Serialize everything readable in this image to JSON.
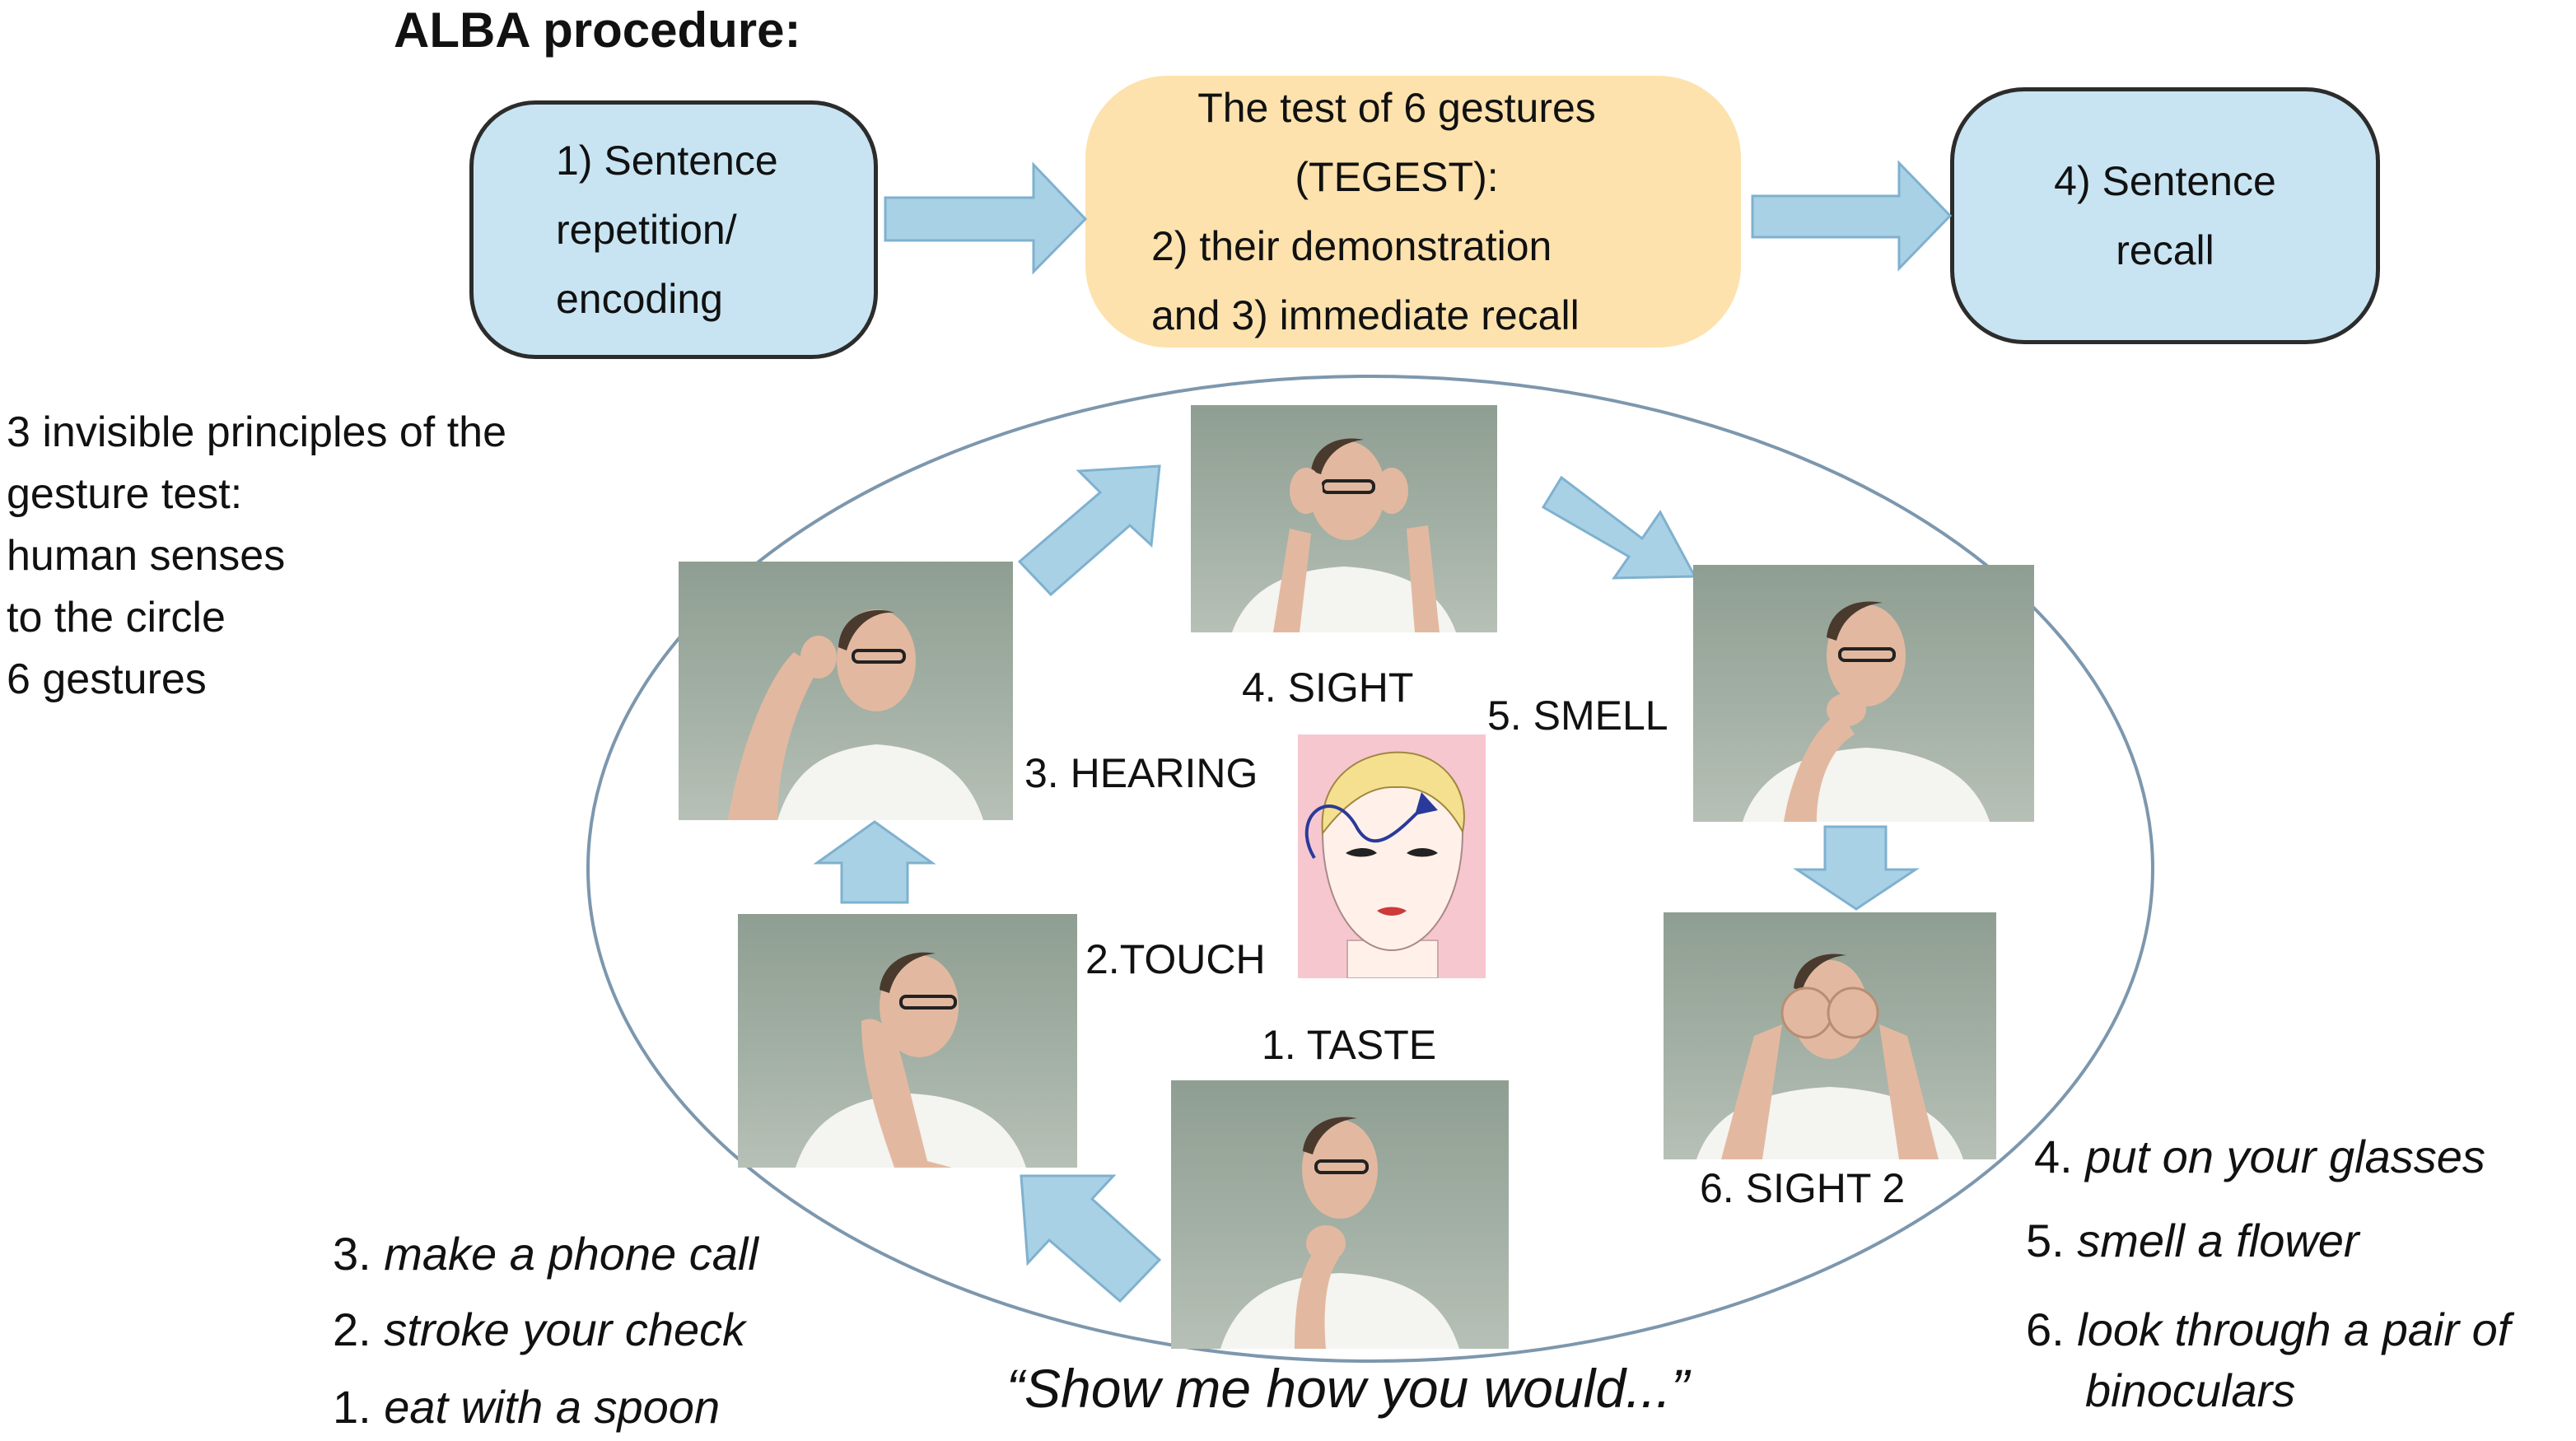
{
  "title": "ALBA procedure:",
  "steps": {
    "box1": [
      "1) Sentence",
      "repetition/",
      "encoding"
    ],
    "box2": [
      "The test of 6 gestures",
      "(TEGEST):",
      "2) their demonstration",
      "and 3) immediate recall"
    ],
    "box3": [
      "4) Sentence",
      "recall"
    ]
  },
  "principles": [
    "3 invisible principles of the",
    "gesture test:",
    "human senses",
    "to the circle",
    "6 gestures"
  ],
  "gestures": {
    "taste": "1. TASTE",
    "touch": "2.TOUCH",
    "hearing": "3. HEARING",
    "sight": "4. SIGHT",
    "smell": "5. SMELL",
    "sight2": "6. SIGHT 2"
  },
  "instructions_left": [
    {
      "num": "3.",
      "text": "make a phone call"
    },
    {
      "num": "2.",
      "text": "stroke your check"
    },
    {
      "num": "1.",
      "text": "eat with a spoon"
    }
  ],
  "instructions_right": [
    {
      "num": "4.",
      "text": "put on your glasses"
    },
    {
      "num": "5.",
      "text": "smell a flower"
    },
    {
      "num": "6.",
      "text": "look through a pair of"
    },
    {
      "num": "",
      "text": "binoculars"
    }
  ],
  "prompt": "“Show me how you would...”",
  "colors": {
    "step_box_fill": "#c8e4f2",
    "test_box_fill": "#fde2ad",
    "arrow_fill": "#a9d1e6",
    "arrow_stroke": "#7fb1cf",
    "circle_stroke": "#7d97ad",
    "face_background": "#f6c7cf"
  },
  "icons": [
    "photo-taste",
    "photo-touch",
    "photo-hearing",
    "photo-sight",
    "photo-smell",
    "photo-sight2",
    "face-illustration"
  ]
}
